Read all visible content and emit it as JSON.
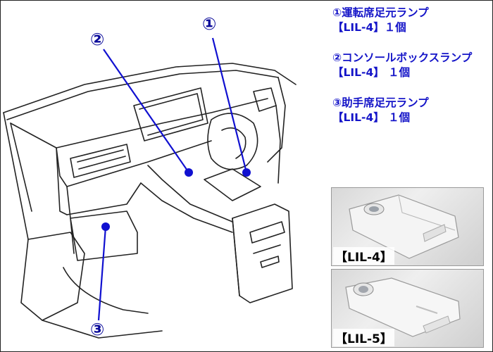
{
  "markers": [
    {
      "id": "1",
      "glyph": "①"
    },
    {
      "id": "2",
      "glyph": "②"
    },
    {
      "id": "3",
      "glyph": "③"
    }
  ],
  "legend": [
    {
      "title": "①運転席足元ランプ",
      "part": "【LIL-4】１個"
    },
    {
      "title": "②コンソールボックスランプ",
      "part": "【LIL-4】 １個"
    },
    {
      "title": "③助手席足元ランプ",
      "part": "【LIL-4】 １個"
    }
  ],
  "photos": [
    {
      "label": "【LIL-4】"
    },
    {
      "label": "【LIL-5】"
    }
  ],
  "colors": {
    "accent": "#1414c8",
    "pointer": "#1010d0",
    "outline": "#222222"
  }
}
